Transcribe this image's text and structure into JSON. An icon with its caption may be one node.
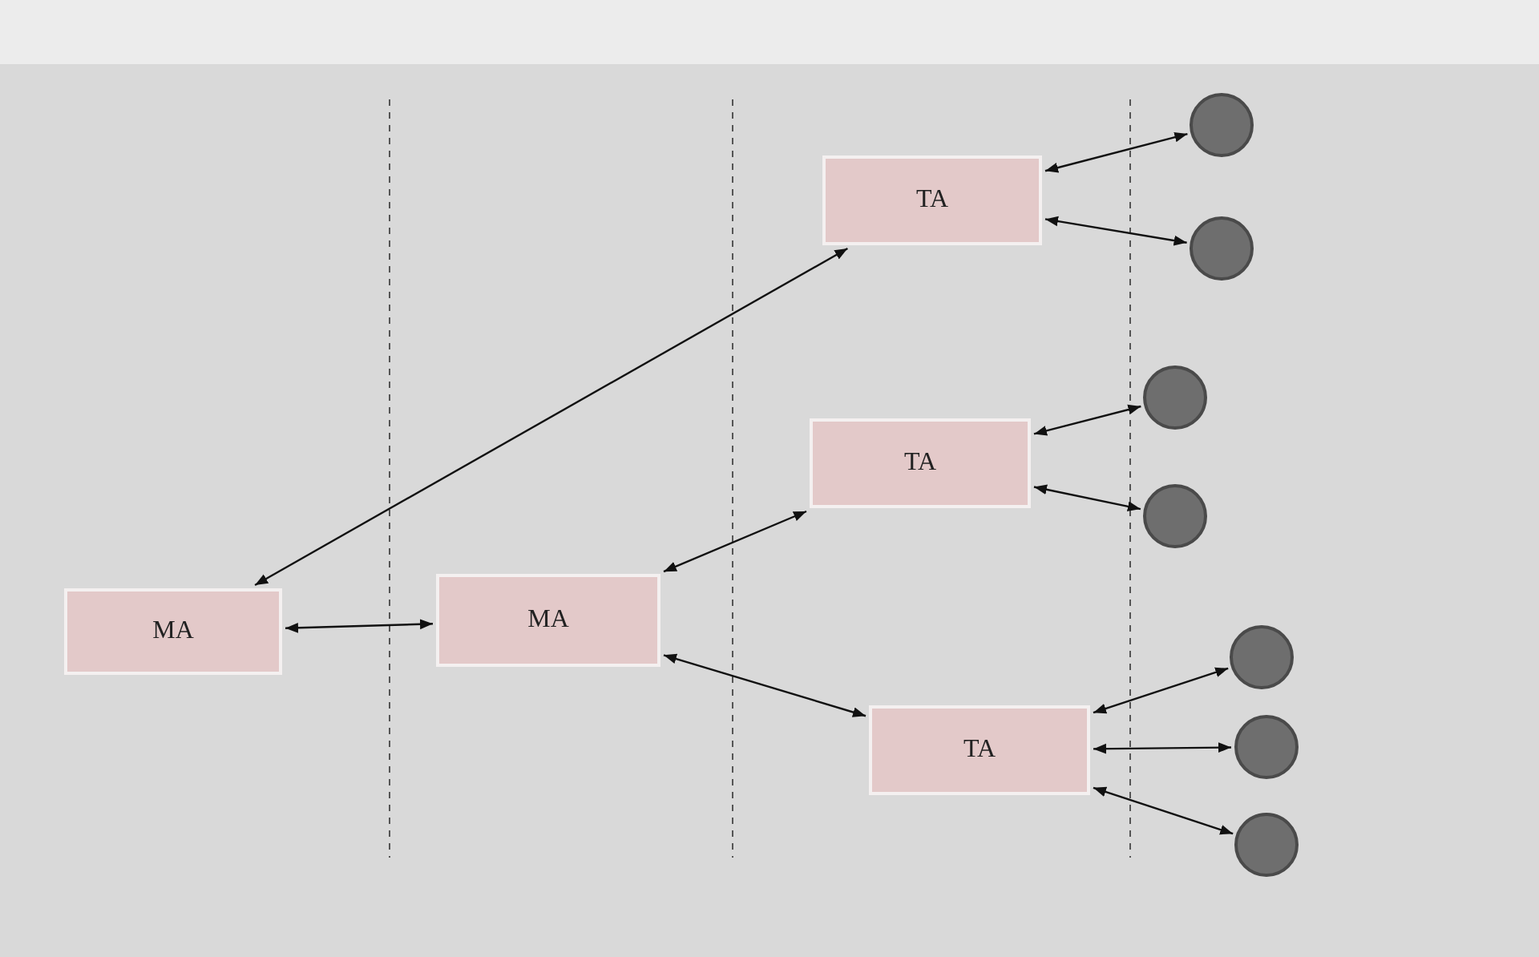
{
  "diagram": {
    "nodes": [
      {
        "text": [
          "MA"
        ]
      },
      {
        "text": [
          "MA"
        ]
      },
      {
        "text": [
          "TA"
        ]
      },
      {
        "text": [
          "TA"
        ]
      },
      {
        "text": [
          "TA"
        ]
      },
      {
        "text": [],
        "shape": "circle"
      },
      {
        "text": [],
        "shape": "circle"
      },
      {
        "text": [],
        "shape": "circle"
      },
      {
        "text": [],
        "shape": "circle"
      },
      {
        "text": [],
        "shape": "circle"
      },
      {
        "text": [],
        "shape": "circle"
      },
      {
        "text": [],
        "shape": "circle"
      }
    ],
    "edges": [
      {
        "from": 0,
        "to": 2,
        "arrow": "both"
      },
      {
        "from": 0,
        "to": 1,
        "arrow": "both"
      },
      {
        "from": 1,
        "to": 3,
        "arrow": "both"
      },
      {
        "from": 1,
        "to": 4,
        "arrow": "both"
      },
      {
        "from": 2,
        "to": 5,
        "arrow": "both"
      },
      {
        "from": 2,
        "to": 6,
        "arrow": "both"
      },
      {
        "from": 3,
        "to": 7,
        "arrow": "both"
      },
      {
        "from": 3,
        "to": 8,
        "arrow": "both"
      },
      {
        "from": 4,
        "to": 9,
        "arrow": "both"
      },
      {
        "from": 4,
        "to": 10,
        "arrow": "both"
      },
      {
        "from": 4,
        "to": 11,
        "arrow": "both"
      }
    ]
  }
}
